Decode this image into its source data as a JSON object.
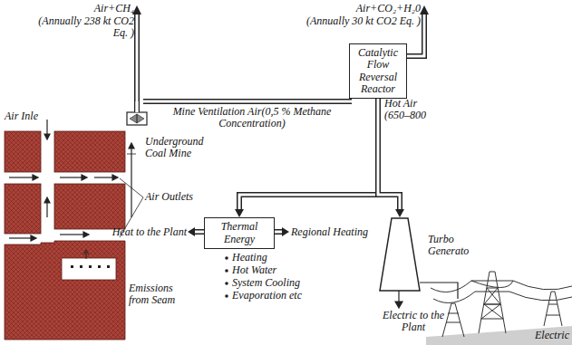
{
  "diagram": {
    "nodes": [
      {
        "text": [
          "Catalytic Flow Reversal Reactor"
        ]
      },
      {
        "text": [
          "Thermal Energy"
        ]
      },
      {
        "text": [
          "Turbo Generato"
        ]
      }
    ],
    "edges": [
      {
        "from": 0,
        "to": 1,
        "arrow": "to"
      },
      {
        "from": 0,
        "to": 2,
        "arrow": "to"
      }
    ],
    "labels": [
      "Air+CH₄",
      "(Annually 238 kt CO2 Eq. )",
      "Air+CO₂+H₂0",
      "(Annually 30 kt CO2 Eq. )",
      "Mine Ventilation Air(0,5 % Methane Concentration)",
      "Air Inle",
      "Underground Coal Mine",
      "Air Outlets",
      "Emissions from Seam",
      "Hot Air (650–800",
      "Heat to the Plant",
      "Regional Heating",
      "Heating",
      "Hot Water",
      "System Cooling",
      "Evaporation etc",
      "Electric to the Plant",
      "Electric"
    ]
  }
}
